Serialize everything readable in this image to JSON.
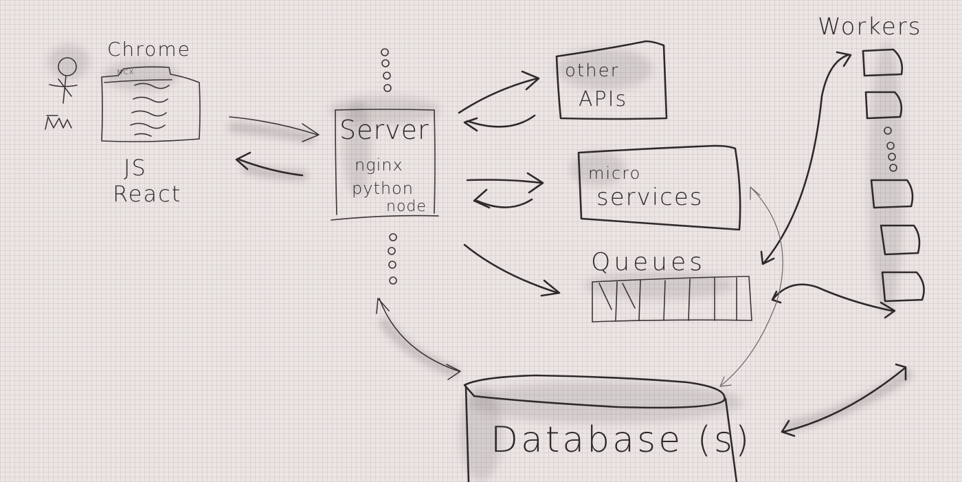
{
  "labels": {
    "chrome": "Chrome",
    "chrome_tag": "MCX",
    "js": "JS",
    "react": "React",
    "server": "Server",
    "nginx": "nginx",
    "python": "python",
    "node": "node",
    "other": "other",
    "apis": "APIs",
    "micro": "micro",
    "services": "services",
    "queues": "Queues",
    "workers": "Workers",
    "database": "Database (s)"
  }
}
